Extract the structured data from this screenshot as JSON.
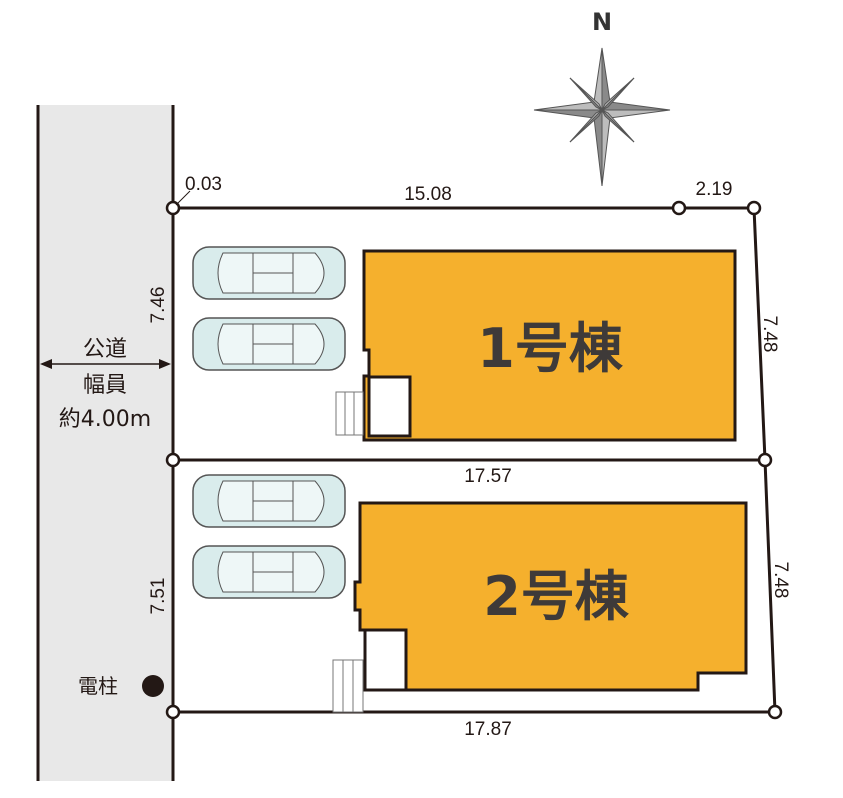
{
  "compass": {
    "label": "N"
  },
  "road": {
    "line1": "公道",
    "line2": "幅員",
    "line3": "約4.00m",
    "color": "#e8e8e8"
  },
  "lots": [
    {
      "label": "1号棟"
    },
    {
      "label": "2号棟"
    }
  ],
  "dimensions": {
    "top_corner": "0.03",
    "top_main": "15.08",
    "top_right": "2.19",
    "lot1_left": "7.46",
    "lot1_right": "7.48",
    "middle": "17.57",
    "lot2_left": "7.51",
    "lot2_right": "7.48",
    "bottom": "17.87"
  },
  "utility_pole": {
    "label": "電柱"
  },
  "colors": {
    "building": "#f5b02d",
    "line": "#231815",
    "car": "#d9ecec"
  }
}
